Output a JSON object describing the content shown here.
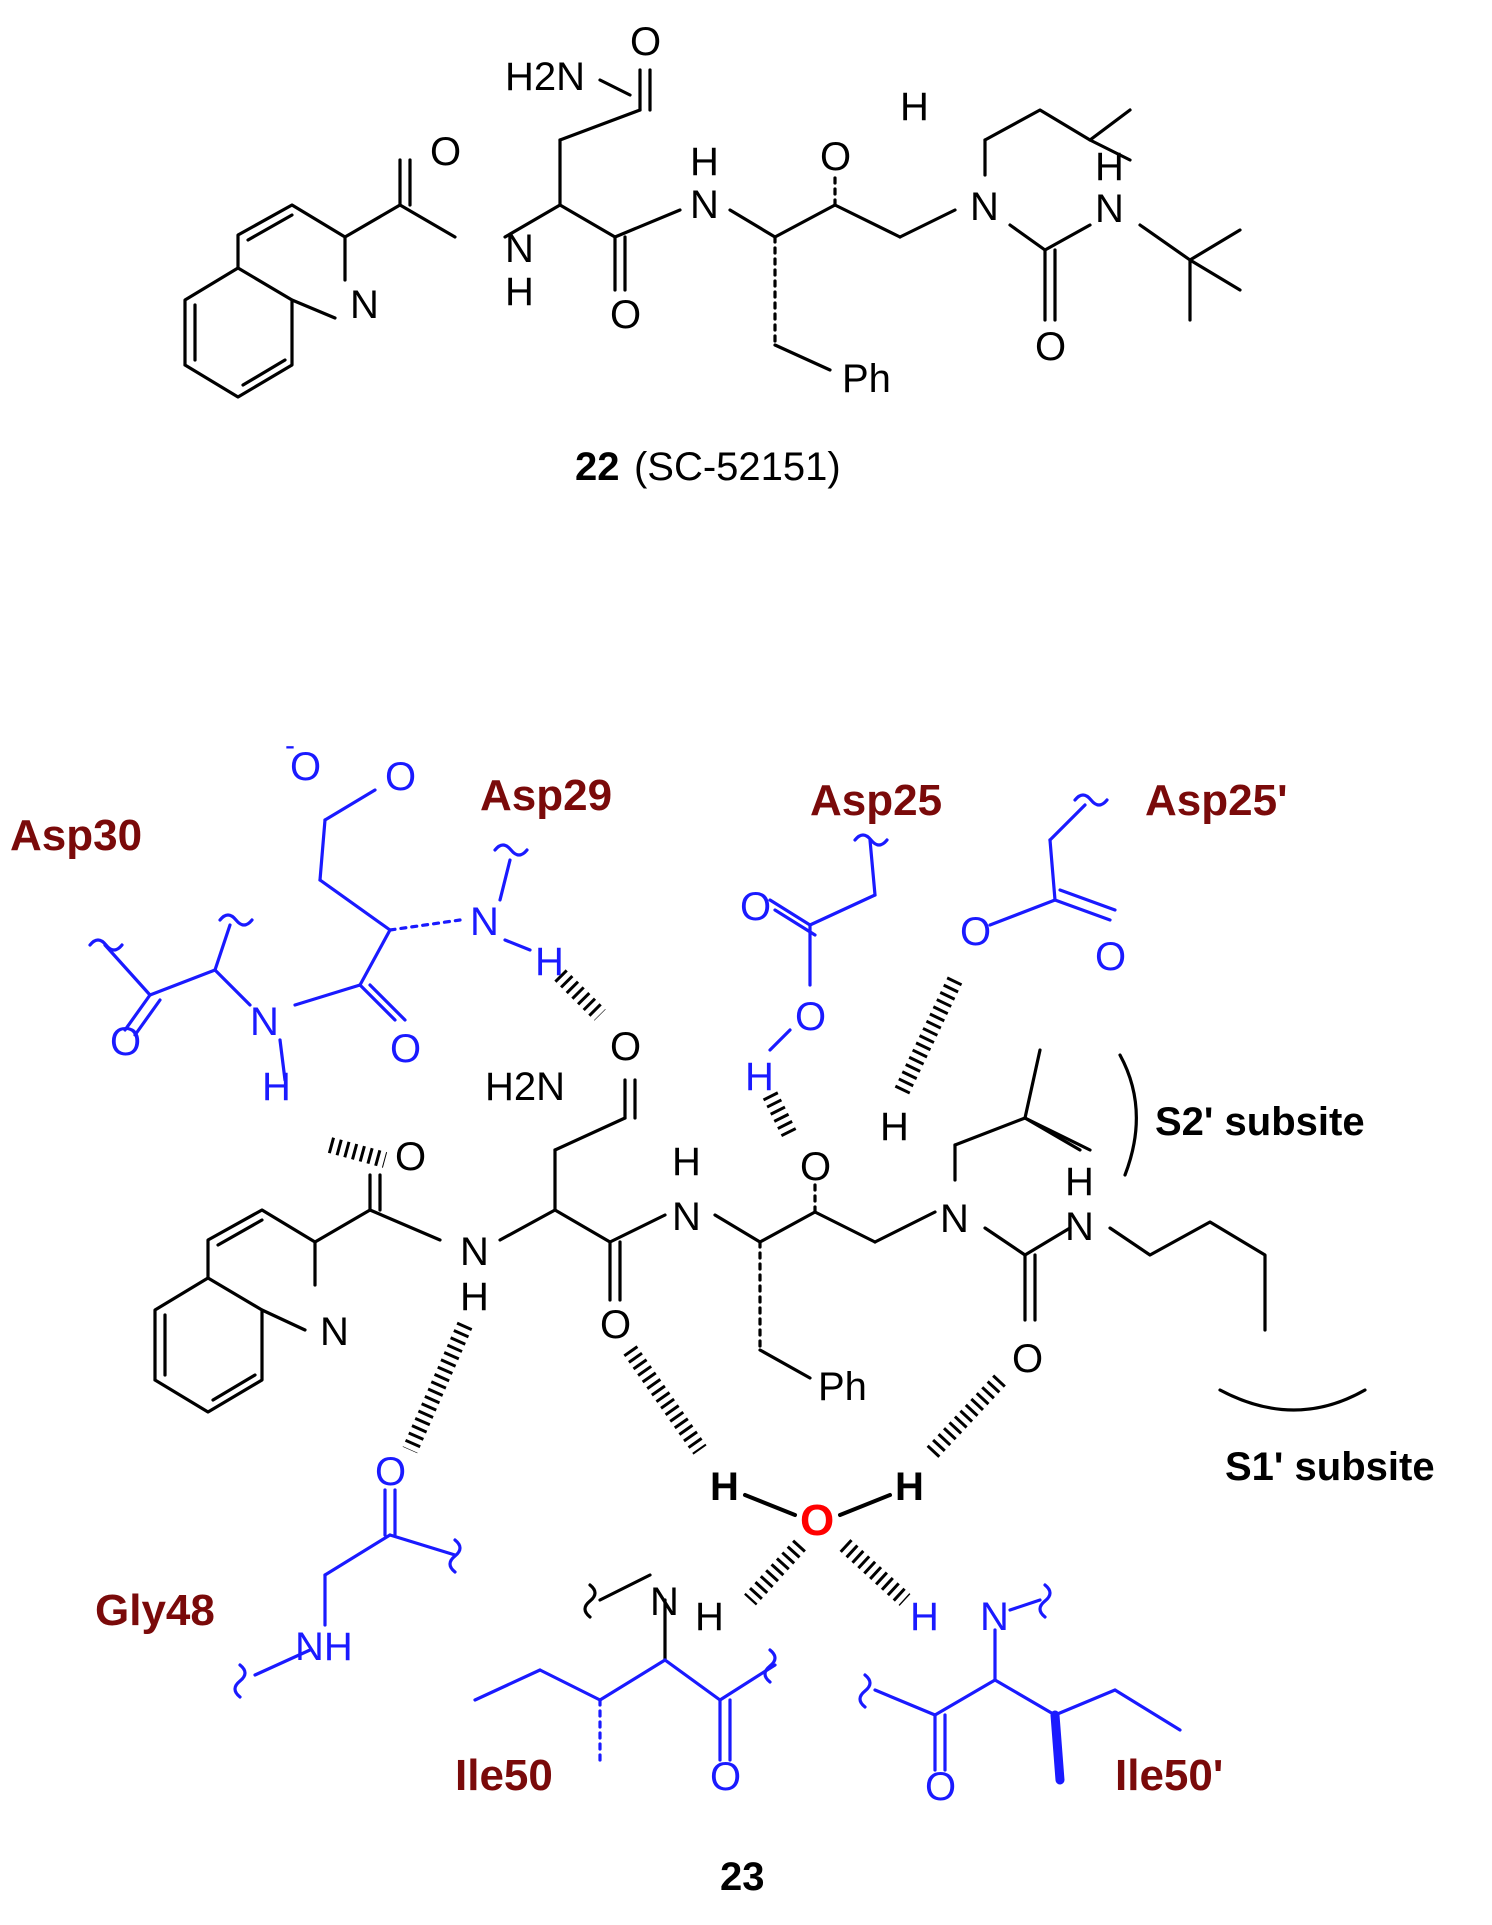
{
  "compound_22": {
    "number": "22",
    "code": "(SC-52151)",
    "atoms": {
      "amide_nh2": "H2N",
      "amide_o": "O",
      "carbonyl_o": "O",
      "hydroxyl": "O",
      "hydroxyl_h": "H",
      "nh_top_h": "H",
      "nh_top_n": "N",
      "nh_left_n": "N",
      "nh_left_h": "H",
      "amide2_o": "O",
      "ring_n": "N",
      "phenyl": "Ph",
      "tertiary_n": "N",
      "urea_nh_h": "H",
      "urea_n": "N",
      "urea_o": "O"
    }
  },
  "compound_23": {
    "number": "23",
    "atoms": {
      "amide_nh2": "H2N",
      "amide_o": "O",
      "carbonyl_o": "O",
      "nh_top_h": "H",
      "nh_top_n": "N",
      "hydroxyl": "O",
      "hydroxyl_h": "H",
      "nh_left_n": "N",
      "nh_left_h": "H",
      "amide2_o": "O",
      "ring_n": "N",
      "phenyl": "Ph",
      "tertiary_n": "N",
      "urea_nh_h": "H",
      "urea_n": "N",
      "urea_o": "O",
      "water_o": "O",
      "water_h_left": "H",
      "water_h_right": "H"
    },
    "residue_atoms": {
      "asp30_o": "O",
      "asp30_n": "N",
      "asp30_h": "H",
      "asp29_carboxylate_charge": "-",
      "asp29_o_minus": "O",
      "asp29_o": "O",
      "asp29_n": "N",
      "asp29_h": "H",
      "asp29_co": "O",
      "asp25_o1": "O",
      "asp25_o2": "O",
      "asp25_h": "H",
      "asp25p_o1": "O",
      "asp25p_o2": "O",
      "gly48_o": "O",
      "gly48_nh": "NH",
      "ile50_n": "N",
      "ile50_h": "H",
      "ile50_o": "O",
      "ile50p_h": "H",
      "ile50p_n": "N",
      "ile50p_o": "O"
    },
    "residues": [
      "Asp30",
      "Asp29",
      "Asp25",
      "Asp25'",
      "Gly48",
      "Ile50",
      "Ile50'"
    ],
    "subsites": [
      "S2' subsite",
      "S1' subsite"
    ]
  },
  "colors": {
    "ligand": "#000000",
    "enzyme": "#1a1aff",
    "residue_label": "#7a0a0a",
    "water_oxygen": "#ff0000"
  }
}
